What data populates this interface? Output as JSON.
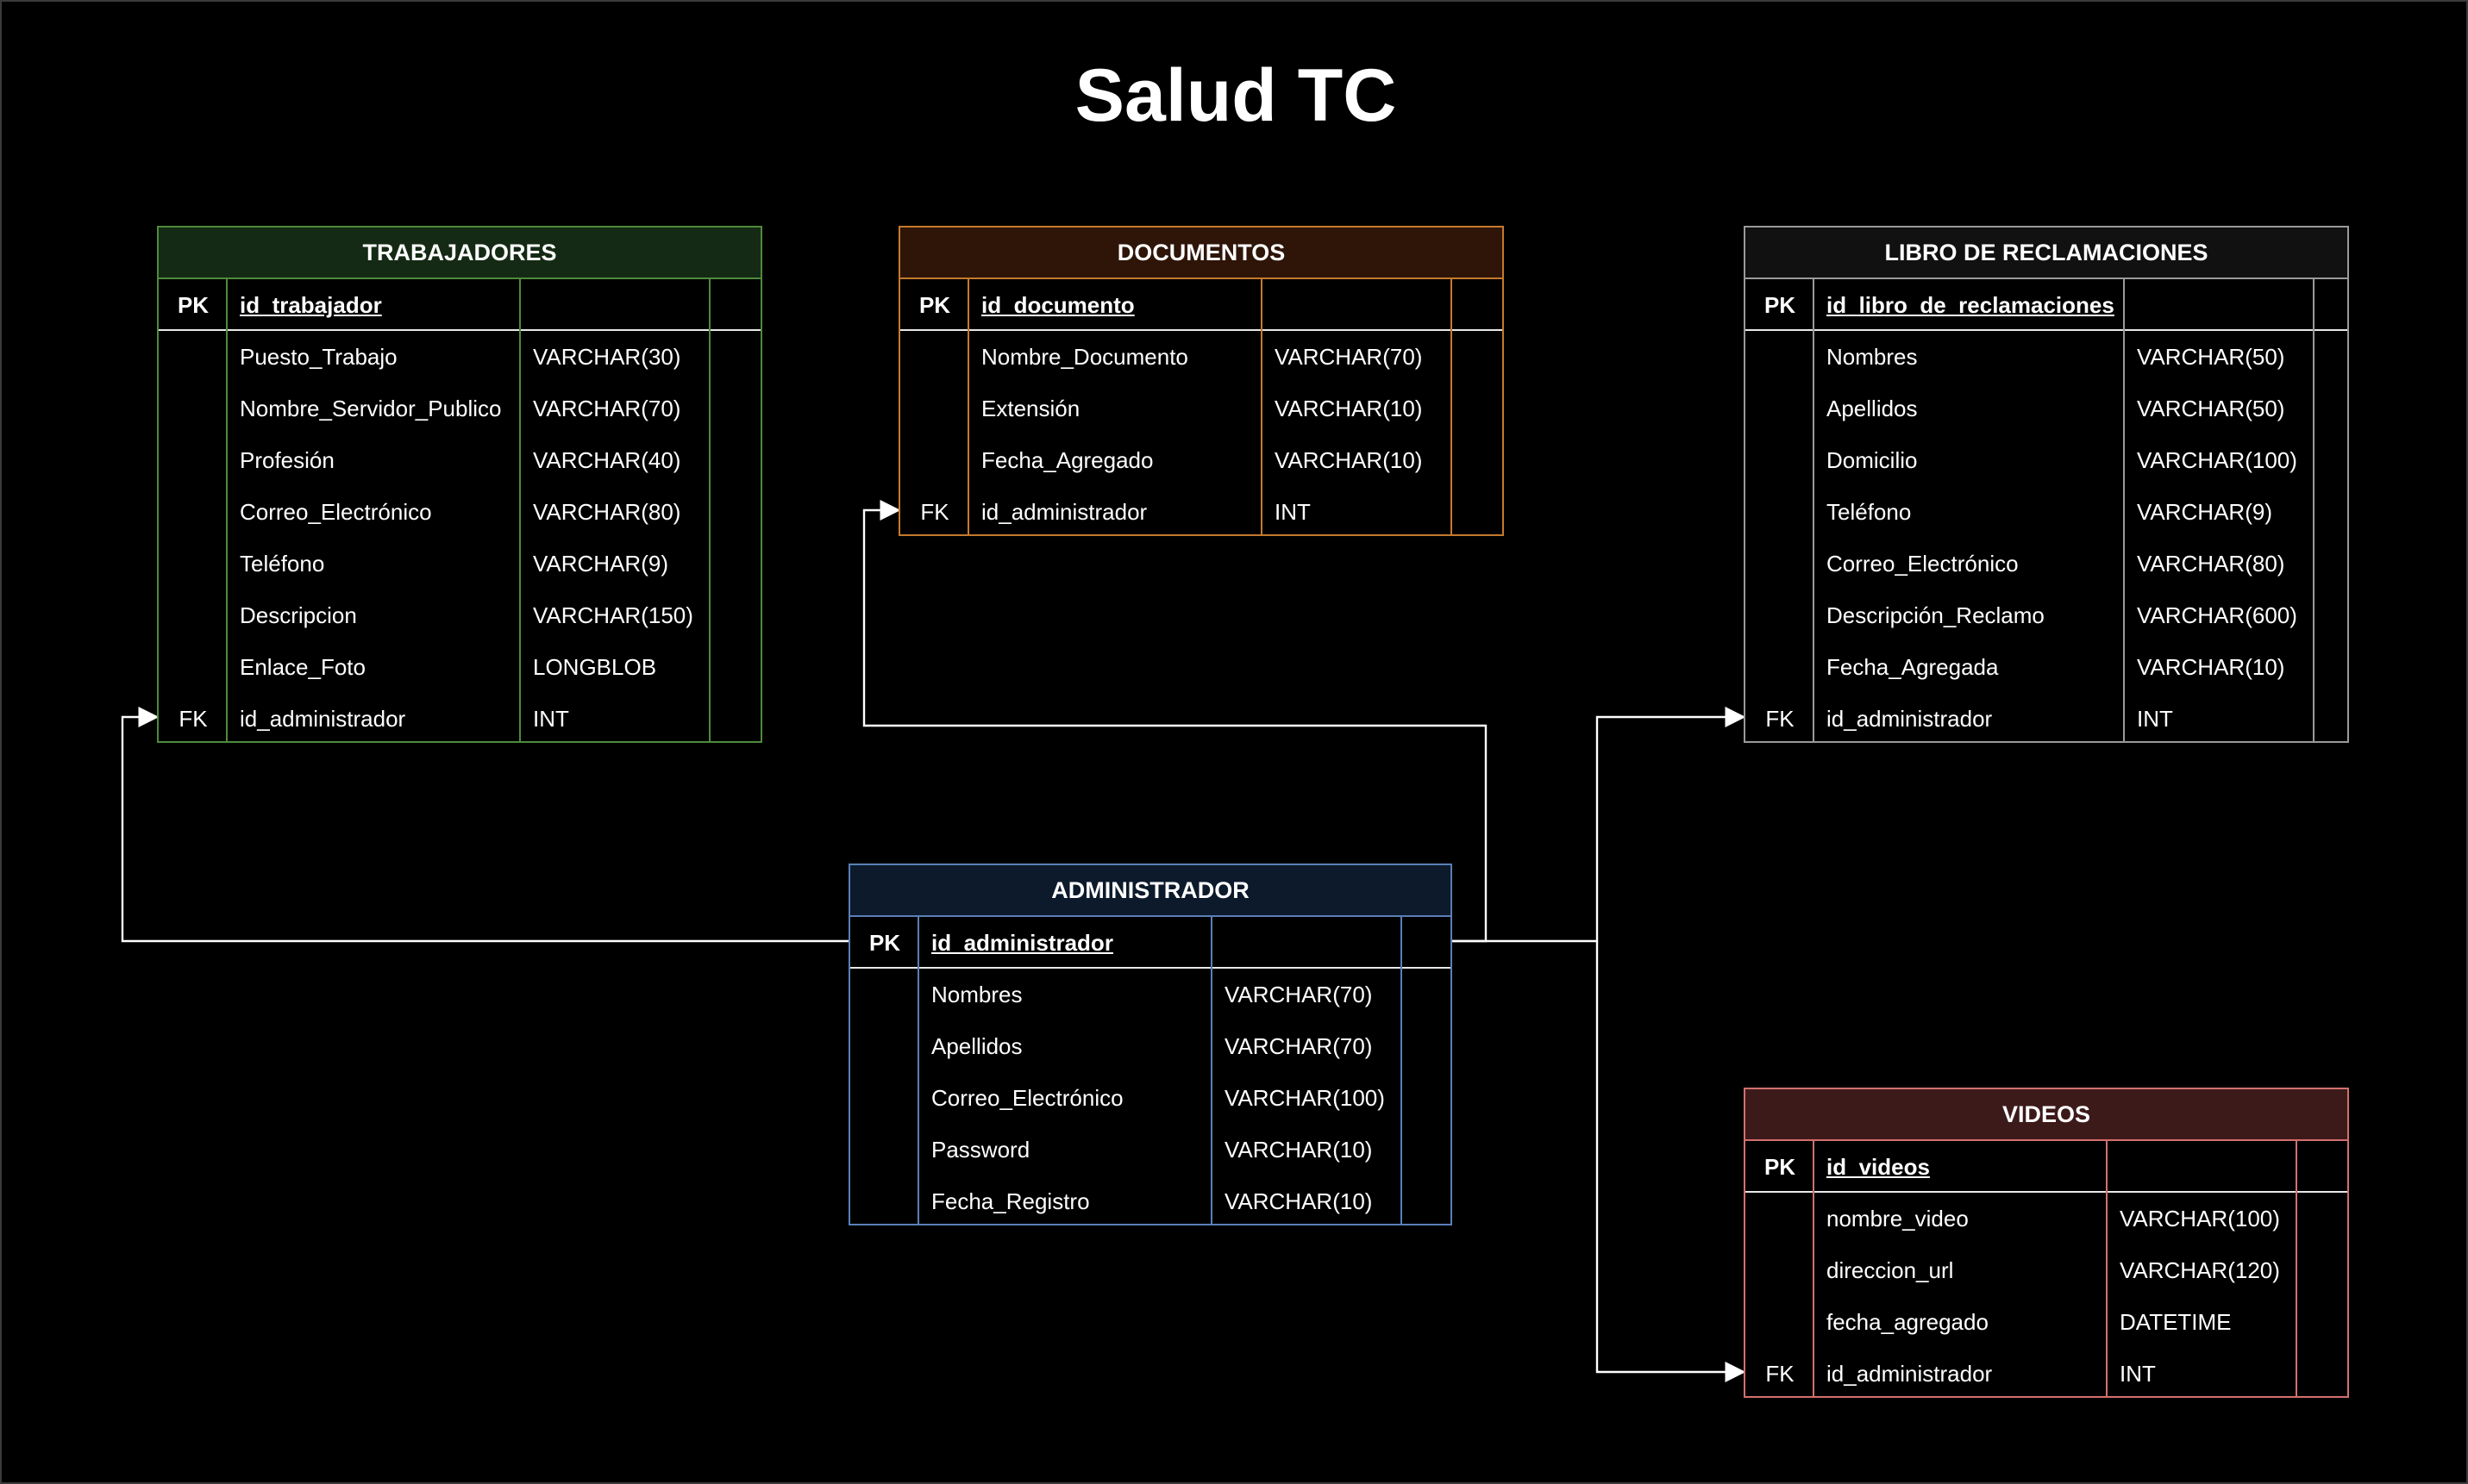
{
  "title": "Salud TC",
  "colors": {
    "background": "#000000",
    "connector": "#ffffff",
    "row_separator": "#e8e8e8"
  },
  "tables": {
    "trabajadores": {
      "name": "TRABAJADORES",
      "header_bg": "#142a14",
      "border": "#4f8a3c",
      "pk": {
        "key": "PK",
        "name": "id_trabajador",
        "type": ""
      },
      "fields": [
        {
          "key": "",
          "name": "Puesto_Trabajo",
          "type": "VARCHAR(30)"
        },
        {
          "key": "",
          "name": "Nombre_Servidor_Publico",
          "type": "VARCHAR(70)"
        },
        {
          "key": "",
          "name": "Profesión",
          "type": "VARCHAR(40)"
        },
        {
          "key": "",
          "name": "Correo_Electrónico",
          "type": "VARCHAR(80)"
        },
        {
          "key": "",
          "name": "Teléfono",
          "type": "VARCHAR(9)"
        },
        {
          "key": "",
          "name": "Descripcion",
          "type": "VARCHAR(150)"
        },
        {
          "key": "",
          "name": "Enlace_Foto",
          "type": "LONGBLOB"
        },
        {
          "key": "FK",
          "name": "id_administrador",
          "type": "INT"
        }
      ]
    },
    "documentos": {
      "name": "DOCUMENTOS",
      "header_bg": "#2e1508",
      "border": "#c47a2c",
      "pk": {
        "key": "PK",
        "name": "id_documento",
        "type": ""
      },
      "fields": [
        {
          "key": "",
          "name": "Nombre_Documento",
          "type": "VARCHAR(70)"
        },
        {
          "key": "",
          "name": "Extensión",
          "type": "VARCHAR(10)"
        },
        {
          "key": "",
          "name": "Fecha_Agregado",
          "type": "VARCHAR(10)"
        },
        {
          "key": "FK",
          "name": "id_administrador",
          "type": "INT"
        }
      ]
    },
    "libro": {
      "name": "LIBRO DE RECLAMACIONES",
      "header_bg": "#111111",
      "border": "#9a9a9a",
      "pk": {
        "key": "PK",
        "name": "id_libro_de_reclamaciones",
        "type": ""
      },
      "fields": [
        {
          "key": "",
          "name": "Nombres",
          "type": "VARCHAR(50)"
        },
        {
          "key": "",
          "name": "Apellidos",
          "type": "VARCHAR(50)"
        },
        {
          "key": "",
          "name": "Domicilio",
          "type": "VARCHAR(100)"
        },
        {
          "key": "",
          "name": "Teléfono",
          "type": "VARCHAR(9)"
        },
        {
          "key": "",
          "name": "Correo_Electrónico",
          "type": "VARCHAR(80)"
        },
        {
          "key": "",
          "name": "Descripción_Reclamo",
          "type": "VARCHAR(600)"
        },
        {
          "key": "",
          "name": "Fecha_Agregada",
          "type": "VARCHAR(10)"
        },
        {
          "key": "FK",
          "name": "id_administrador",
          "type": "INT"
        }
      ]
    },
    "administrador": {
      "name": "ADMINISTRADOR",
      "header_bg": "#0c1a2c",
      "border": "#5a7fb8",
      "pk": {
        "key": "PK",
        "name": "id_administrador",
        "type": ""
      },
      "fields": [
        {
          "key": "",
          "name": "Nombres",
          "type": "VARCHAR(70)"
        },
        {
          "key": "",
          "name": "Apellidos",
          "type": "VARCHAR(70)"
        },
        {
          "key": "",
          "name": "Correo_Electrónico",
          "type": "VARCHAR(100)"
        },
        {
          "key": "",
          "name": "Password",
          "type": "VARCHAR(10)"
        },
        {
          "key": "",
          "name": "Fecha_Registro",
          "type": "VARCHAR(10)"
        }
      ]
    },
    "videos": {
      "name": "VIDEOS",
      "header_bg": "#3d1a1a",
      "border": "#d2706e",
      "pk": {
        "key": "PK",
        "name": "id_videos",
        "type": ""
      },
      "fields": [
        {
          "key": "",
          "name": "nombre_video",
          "type": "VARCHAR(100)"
        },
        {
          "key": "",
          "name": "direccion_url",
          "type": "VARCHAR(120)"
        },
        {
          "key": "",
          "name": "fecha_agregado",
          "type": "DATETIME"
        },
        {
          "key": "FK",
          "name": "id_administrador",
          "type": "INT"
        }
      ]
    }
  },
  "relationships": [
    {
      "from": "administrador.id_administrador",
      "to": "trabajadores.id_administrador"
    },
    {
      "from": "administrador.id_administrador",
      "to": "documentos.id_administrador"
    },
    {
      "from": "administrador.id_administrador",
      "to": "libro.id_administrador"
    },
    {
      "from": "administrador.id_administrador",
      "to": "videos.id_administrador"
    }
  ]
}
